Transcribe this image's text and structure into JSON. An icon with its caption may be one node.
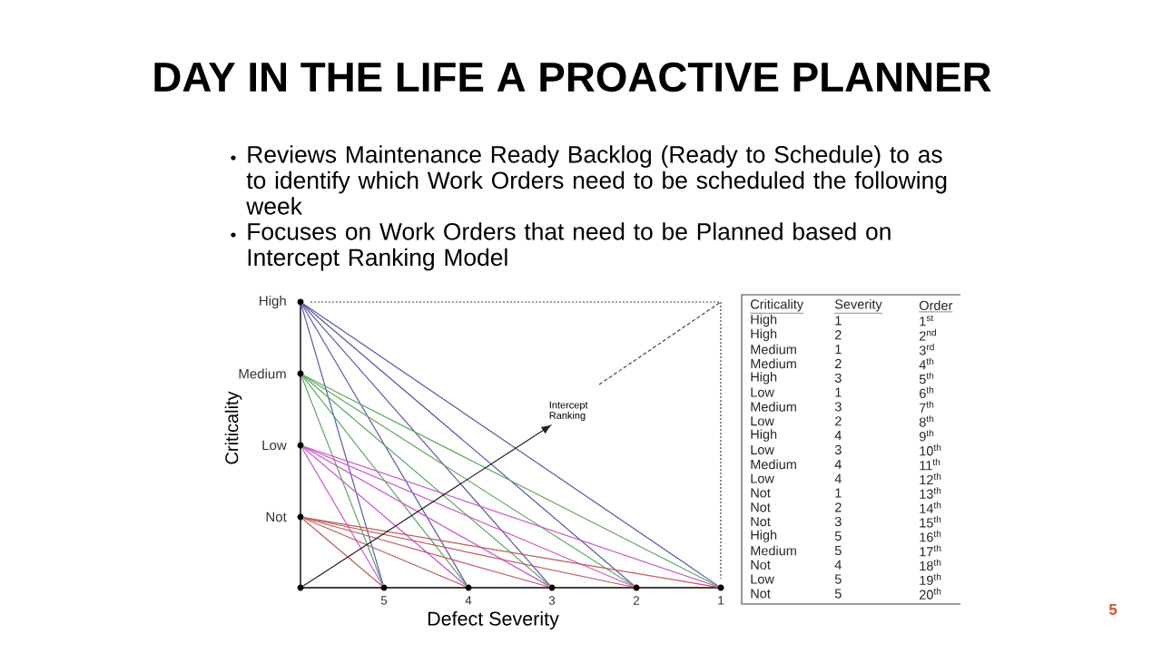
{
  "diagram": {
    "title": "DAY IN THE LIFE A PROACTIVE PLANNER",
    "nodes": [
      {
        "text": [],
        "shape": "circle",
        "beside": [
          "High"
        ]
      },
      {
        "text": [],
        "shape": "circle",
        "beside": [
          "Medium"
        ]
      },
      {
        "text": [],
        "shape": "circle",
        "beside": [
          "Low"
        ]
      },
      {
        "text": [],
        "shape": "circle",
        "beside": [
          "Not"
        ]
      },
      {
        "text": [],
        "shape": "circle"
      },
      {
        "text": [],
        "shape": "circle",
        "beside": [
          "5"
        ]
      },
      {
        "text": [],
        "shape": "circle",
        "beside": [
          "4"
        ]
      },
      {
        "text": [],
        "shape": "circle",
        "beside": [
          "3"
        ]
      },
      {
        "text": [],
        "shape": "circle",
        "beside": [
          "2"
        ]
      },
      {
        "text": [],
        "shape": "circle",
        "beside": [
          "1"
        ]
      },
      {
        "text": [
          "Intercept Ranking"
        ]
      }
    ],
    "edges": [
      {
        "from": 0,
        "to": 5,
        "arrow": "none",
        "color": "#5a5aaa"
      },
      {
        "from": 0,
        "to": 6,
        "arrow": "none",
        "color": "#5a5aaa"
      },
      {
        "from": 0,
        "to": 7,
        "arrow": "none",
        "color": "#5a5aaa"
      },
      {
        "from": 0,
        "to": 8,
        "arrow": "none",
        "color": "#5a5aaa"
      },
      {
        "from": 0,
        "to": 9,
        "arrow": "none",
        "color": "#5a5aaa"
      },
      {
        "from": 1,
        "to": 5,
        "arrow": "none",
        "color": "#5ea85e"
      },
      {
        "from": 1,
        "to": 6,
        "arrow": "none",
        "color": "#5ea85e"
      },
      {
        "from": 1,
        "to": 7,
        "arrow": "none",
        "color": "#5ea85e"
      },
      {
        "from": 1,
        "to": 8,
        "arrow": "none",
        "color": "#5ea85e"
      },
      {
        "from": 1,
        "to": 9,
        "arrow": "none",
        "color": "#5ea85e"
      },
      {
        "from": 2,
        "to": 5,
        "arrow": "none",
        "color": "#cc55cf"
      },
      {
        "from": 2,
        "to": 6,
        "arrow": "none",
        "color": "#cc55cf"
      },
      {
        "from": 2,
        "to": 7,
        "arrow": "none",
        "color": "#cc55cf"
      },
      {
        "from": 2,
        "to": 8,
        "arrow": "none",
        "color": "#cc55cf"
      },
      {
        "from": 2,
        "to": 9,
        "arrow": "none",
        "color": "#cc55cf"
      },
      {
        "from": 3,
        "to": 5,
        "arrow": "none",
        "color": "#c25a5a"
      },
      {
        "from": 3,
        "to": 6,
        "arrow": "none",
        "color": "#c25a5a"
      },
      {
        "from": 3,
        "to": 7,
        "arrow": "none",
        "color": "#c25a5a"
      },
      {
        "from": 3,
        "to": 8,
        "arrow": "none",
        "color": "#c25a5a"
      },
      {
        "from": 3,
        "to": 9,
        "arrow": "none",
        "color": "#c25a5a"
      },
      {
        "from": 4,
        "to": 10,
        "arrow": "to",
        "color": "#222222"
      }
    ],
    "labels": [
      "Reviews Maintenance Ready Backlog (Ready to Schedule) to as to identify which Work Orders need to be scheduled the following week",
      "Focuses on Work Orders that need to be Planned based on Intercept Ranking Model",
      "Criticality",
      "Defect Severity",
      "Criticality",
      "Severity",
      "Order",
      "High",
      "1",
      "1$^{st}$",
      "High",
      "2",
      "2$^{nd}$",
      "Medium",
      "1",
      "3$^{rd}$",
      "Medium",
      "2",
      "4$^{th}$",
      "High",
      "3",
      "5$^{th}$",
      "Low",
      "1",
      "6$^{th}$",
      "Medium",
      "3",
      "7$^{th}$",
      "Low",
      "2",
      "8$^{th}$",
      "High",
      "4",
      "9$^{th}$",
      "Low",
      "3",
      "10$^{th}$",
      "Medium",
      "4",
      "11$^{th}$",
      "Low",
      "4",
      "12$^{th}$",
      "Not",
      "1",
      "13$^{th}$",
      "Not",
      "2",
      "14$^{th}$",
      "Not",
      "3",
      "15$^{th}$",
      "High",
      "5",
      "16$^{th}$",
      "Medium",
      "5",
      "17$^{th}$",
      "Not",
      "4",
      "18$^{th}$",
      "Low",
      "5",
      "19$^{th}$",
      "Not",
      "5",
      "20$^{th}$",
      "5"
    ]
  }
}
